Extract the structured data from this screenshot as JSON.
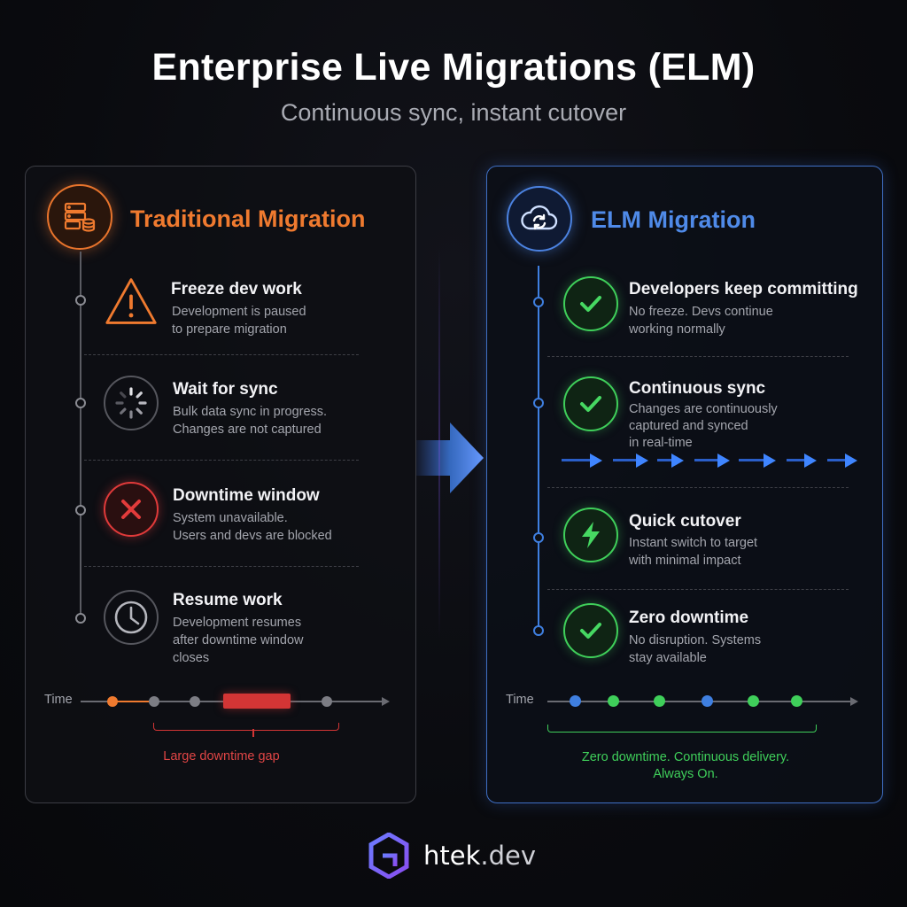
{
  "title": "Enterprise Live Migrations (ELM)",
  "subtitle": "Continuous sync, instant cutover",
  "traditional": {
    "title": "Traditional Migration",
    "steps": [
      {
        "title": "Freeze dev work",
        "desc1": "Development is paused",
        "desc2": "to prepare migration",
        "icon": "warning-icon"
      },
      {
        "title": "Wait for sync",
        "desc1": "Bulk data sync in progress.",
        "desc2": "Changes are not captured",
        "icon": "spinner-icon"
      },
      {
        "title": "Downtime window",
        "desc1": "System unavailable.",
        "desc2": "Users and devs are blocked",
        "icon": "x-icon"
      },
      {
        "title": "Resume work",
        "desc1": "Development resumes",
        "desc2": "after downtime window",
        "desc3": "closes",
        "icon": "clock-icon"
      }
    ],
    "timeline_label": "Time",
    "gap_label": "Large downtime gap"
  },
  "elm": {
    "title": "ELM Migration",
    "steps": [
      {
        "title": "Developers keep committing",
        "desc1": "No freeze. Devs continue",
        "desc2": "working normally",
        "icon": "check-icon"
      },
      {
        "title": "Continuous sync",
        "desc1": "Changes are continuously",
        "desc2": "captured and synced",
        "desc3": "in real-time",
        "icon": "check-icon"
      },
      {
        "title": "Quick cutover",
        "desc1": "Instant switch to target",
        "desc2": "with minimal impact",
        "icon": "lightning-icon"
      },
      {
        "title": "Zero downtime",
        "desc1": "No disruption. Systems",
        "desc2": "stay available",
        "icon": "check-icon"
      }
    ],
    "timeline_label": "Time",
    "footer_line1": "Zero downtime. Continuous delivery.",
    "footer_line2": "Always On."
  },
  "brand": {
    "name": "htek",
    "suffix": ".dev"
  },
  "colors": {
    "orange": "#ef7a2f",
    "blue": "#3f7fe0",
    "green": "#3fcf5a",
    "red": "#e03a3a",
    "gray": "#8a8b92"
  }
}
